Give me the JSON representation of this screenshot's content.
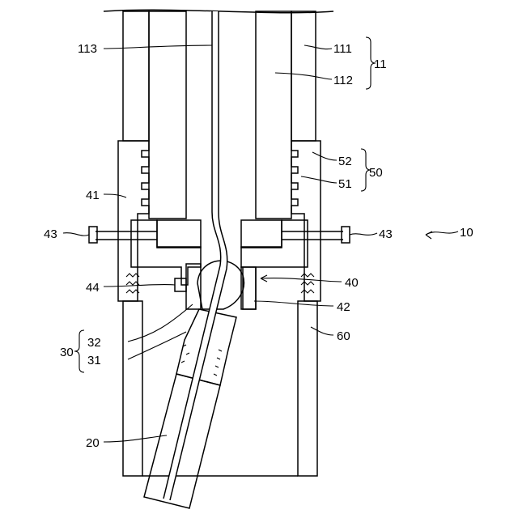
{
  "labels": {
    "n10": "10",
    "n11": "11",
    "n111": "111",
    "n112": "112",
    "n113": "113",
    "n20": "20",
    "n30": "30",
    "n31": "31",
    "n32": "32",
    "n40": "40",
    "n41": "41",
    "n42": "42",
    "n43_left": "43",
    "n43_right": "43",
    "n44": "44",
    "n50": "50",
    "n51": "51",
    "n52": "52",
    "n60": "60"
  }
}
